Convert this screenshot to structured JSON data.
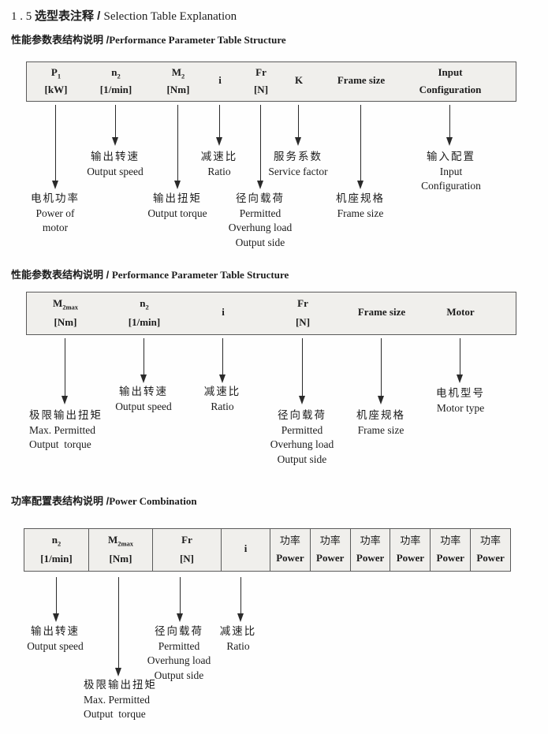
{
  "colors": {
    "background": "#fefefe",
    "table_fill": "#f0efec",
    "border": "#5a5a5a",
    "text": "#1c1c1c"
  },
  "title": {
    "number": "1 . 5 ",
    "zh": "选型表注释 / ",
    "en": "Selection Table Explanation"
  },
  "sections": [
    {
      "heading_zh": "性能参数表结构说明 /",
      "heading_en": "Performance Parameter Table Structure",
      "cells": [
        {
          "main": "P",
          "sub": "1",
          "unit": "[kW]"
        },
        {
          "main": "n",
          "sub": "2",
          "unit": "[1/min]"
        },
        {
          "main": "M",
          "sub": "2",
          "unit": "[Nm]"
        },
        {
          "main": "i"
        },
        {
          "main": "Fr",
          "unit": "[N]"
        },
        {
          "main": "K"
        },
        {
          "main": "Frame size"
        },
        {
          "main": "Input",
          "unit": "Configuration"
        }
      ],
      "annotations": [
        {
          "zh": "电机功率",
          "en1": "Power of",
          "en2": "motor"
        },
        {
          "zh": "输出转速",
          "en1": "Output speed"
        },
        {
          "zh": "输出扭矩",
          "en1": "Output torque"
        },
        {
          "zh": "减速比",
          "en1": "Ratio"
        },
        {
          "zh": "径向载荷",
          "en1": "Permitted",
          "en2": "Overhung load",
          "en3": "Output side"
        },
        {
          "zh": "服务系数",
          "en1": "Service factor"
        },
        {
          "zh": "机座规格",
          "en1": "Frame size"
        },
        {
          "zh": "输入配置",
          "en1": "Input",
          "en2": "Configuration"
        }
      ]
    },
    {
      "heading_zh": "性能参数表结构说明 / ",
      "heading_en": "Performance Parameter Table Structure",
      "cells": [
        {
          "main": "M",
          "sub": "2max",
          "unit": "[Nm]"
        },
        {
          "main": "n",
          "sub": "2",
          "unit": "[1/min]"
        },
        {
          "main": "i"
        },
        {
          "main": "Fr",
          "unit": "[N]"
        },
        {
          "main": "Frame size"
        },
        {
          "main": "Motor"
        }
      ],
      "annotations": [
        {
          "zh": "极限输出扭矩",
          "en1": "Max. Permitted",
          "en2": "Output  torque"
        },
        {
          "zh": "输出转速",
          "en1": "Output speed"
        },
        {
          "zh": "减速比",
          "en1": "Ratio"
        },
        {
          "zh": "径向载荷",
          "en1": "Permitted",
          "en2": "Overhung load",
          "en3": "Output side"
        },
        {
          "zh": "机座规格",
          "en1": "Frame size"
        },
        {
          "zh": "电机型号",
          "en1": "Motor type"
        }
      ]
    },
    {
      "heading_zh": "功率配置表结构说明 /",
      "heading_en": "Power Combination",
      "cells": [
        {
          "main": "n",
          "sub": "2",
          "unit": "[1/min]"
        },
        {
          "main": "M",
          "sub": "2max",
          "unit": "[Nm]"
        },
        {
          "main": "Fr",
          "unit": "[N]"
        },
        {
          "main": "i"
        },
        {
          "zh_line": "功率",
          "unit": "Power"
        },
        {
          "zh_line": "功率",
          "unit": "Power"
        },
        {
          "zh_line": "功率",
          "unit": "Power"
        },
        {
          "zh_line": "功率",
          "unit": "Power"
        },
        {
          "zh_line": "功率",
          "unit": "Power"
        },
        {
          "zh_line": "功率",
          "unit": "Power"
        }
      ],
      "annotations": [
        {
          "zh": "输出转速",
          "en1": "Output speed"
        },
        {
          "zh": "极限输出扭矩",
          "en1": "Max. Permitted",
          "en2": "Output  torque"
        },
        {
          "zh": "径向载荷",
          "en1": "Permitted",
          "en2": "Overhung load",
          "en3": "Output side"
        },
        {
          "zh": "减速比",
          "en1": "Ratio"
        }
      ]
    }
  ]
}
